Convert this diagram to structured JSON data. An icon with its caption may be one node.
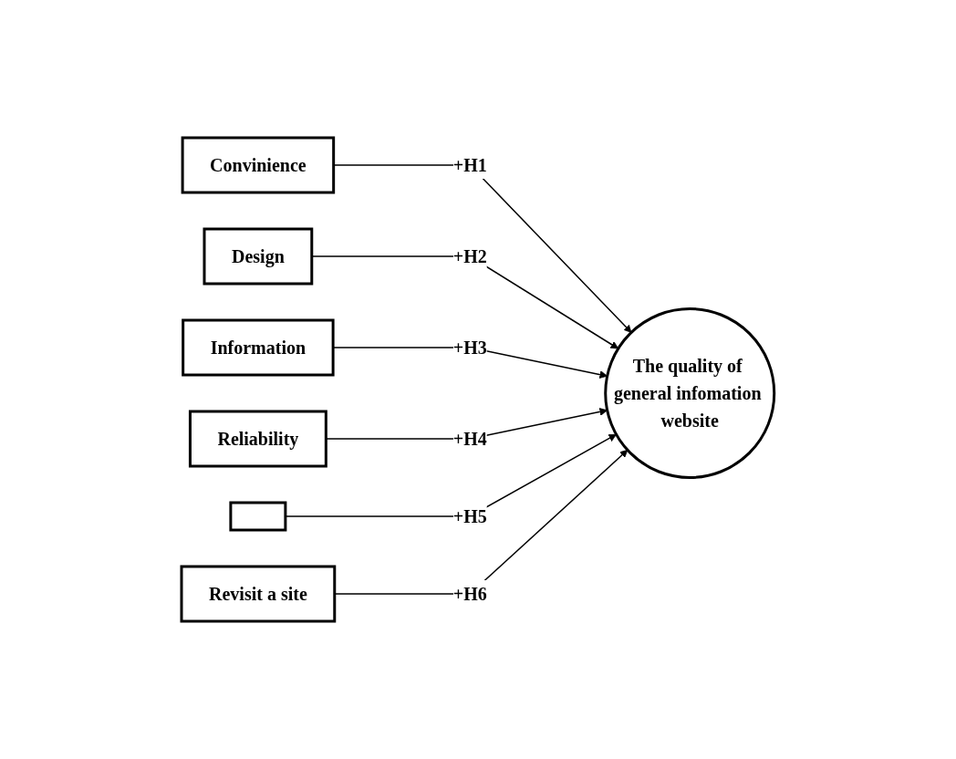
{
  "diagram": {
    "nodes": [
      {
        "text": [
          "Convinience"
        ]
      },
      {
        "text": [
          "Design"
        ]
      },
      {
        "text": [
          "Information"
        ]
      },
      {
        "text": [
          "Reliability"
        ]
      },
      {
        "text": [],
        "shape": "box"
      },
      {
        "text": [
          "Revisit a site"
        ]
      },
      {
        "text": [
          "The quality of general infomation website"
        ]
      }
    ],
    "edges": [
      {
        "from": 0,
        "to": 6,
        "arrow": "to",
        "label": "+H1"
      },
      {
        "from": 1,
        "to": 6,
        "arrow": "to",
        "label": "+H2"
      },
      {
        "from": 2,
        "to": 6,
        "arrow": "to",
        "label": "+H3"
      },
      {
        "from": 3,
        "to": 6,
        "arrow": "to",
        "label": "+H4"
      },
      {
        "from": 4,
        "to": 6,
        "arrow": "to",
        "label": "+H5"
      },
      {
        "from": 5,
        "to": 6,
        "arrow": "to",
        "label": "+H6"
      }
    ]
  }
}
